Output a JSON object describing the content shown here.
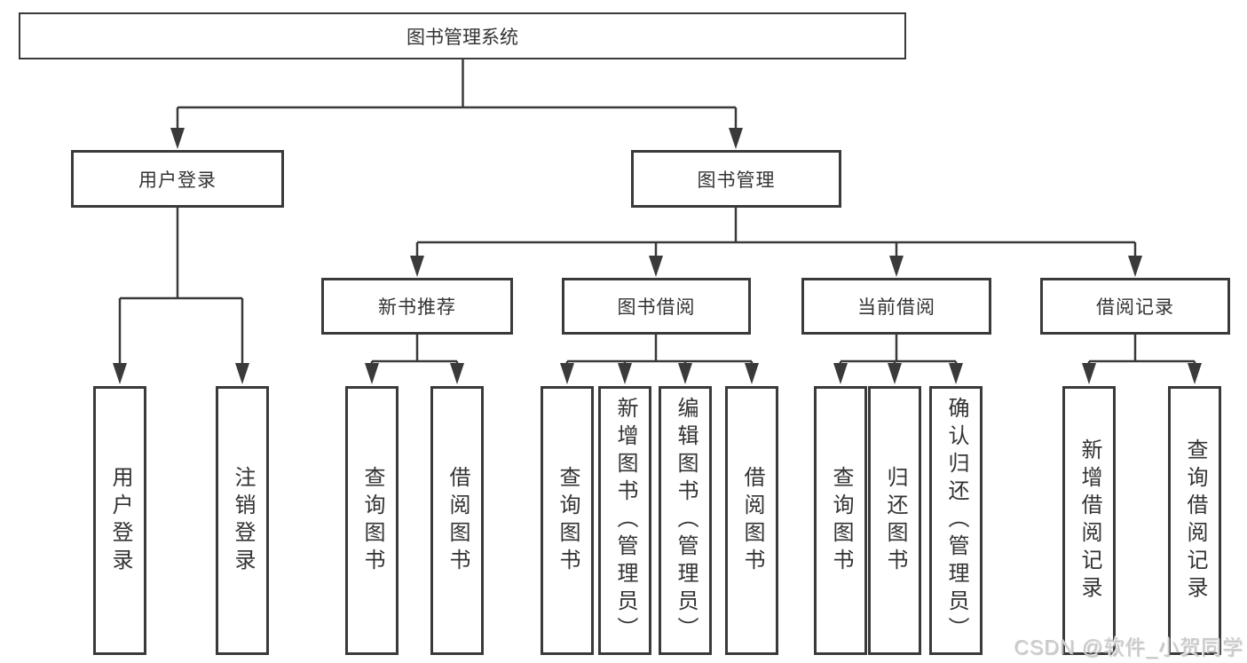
{
  "tree": {
    "root": "图书管理系统",
    "level2": [
      "用户登录",
      "图书管理"
    ],
    "level3": [
      "新书推荐",
      "图书借阅",
      "当前借阅",
      "借阅记录"
    ],
    "leaves": [
      "用户登录",
      "注销登录",
      "查询图书",
      "借阅图书",
      "查询图书",
      "新增图书（管理员）",
      "编辑图书（管理员）",
      "借阅图书",
      "查询图书",
      "归还图书",
      "确认归还（管理员）",
      "新增借阅记录",
      "查询借阅记录"
    ]
  },
  "watermark": "CSDN @软件_小贺同学",
  "colors": {
    "line": "#3a3a3a",
    "text": "#333333",
    "watermark": "#cccccc"
  }
}
